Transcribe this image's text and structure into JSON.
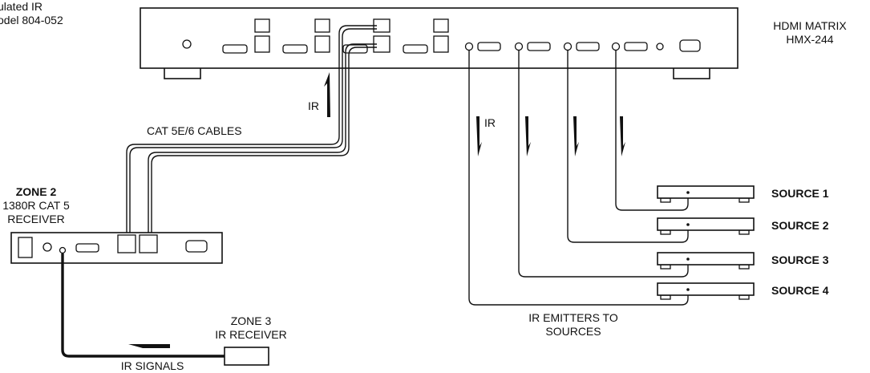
{
  "corner_label": {
    "line1": "ulated IR",
    "line2": "odel 804-052"
  },
  "matrix": {
    "line1": "HDMI MATRIX",
    "line2": "HMX-244"
  },
  "cables_label": "CAT 5E/6 CABLES",
  "ir_up_label": "IR",
  "ir_down_label": "IR",
  "zone2": {
    "title": "ZONE 2",
    "line2": "1380R CAT 5",
    "line3": "RECEIVER"
  },
  "zone3": {
    "line1": "ZONE 3",
    "line2": "IR RECEIVER"
  },
  "ir_signals_label": "IR SIGNALS",
  "emitters": {
    "line1": "IR EMITTERS TO",
    "line2": "SOURCES"
  },
  "sources": [
    "SOURCE 1",
    "SOURCE 2",
    "SOURCE 3",
    "SOURCE 4"
  ],
  "colors": {
    "line": "#111111",
    "background": "#ffffff"
  }
}
